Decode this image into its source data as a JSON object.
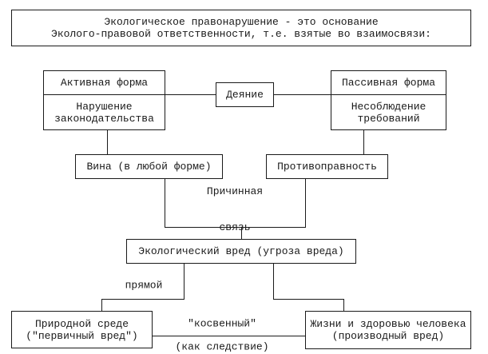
{
  "diagram": {
    "title_box": {
      "lines": [
        "Экологическое правонарушение - это основание",
        "Эколого-правовой ответственности, т.е. взятые во взаимосвязи:"
      ]
    },
    "active_form": {
      "header": "Активная форма",
      "body_lines": [
        "Нарушение",
        "законодательства"
      ]
    },
    "act": {
      "label": "Деяние"
    },
    "passive_form": {
      "header": "Пассивная форма",
      "body_lines": [
        "Несоблюдение",
        "требований"
      ]
    },
    "guilt": {
      "label": "Вина (в любой форме)"
    },
    "unlawfulness": {
      "label": "Противоправность"
    },
    "causal_link": {
      "lines": [
        "Причинная",
        "связь"
      ]
    },
    "eco_harm": {
      "label": "Экологический вред (угроза вреда)"
    },
    "direct_label": "прямой",
    "nature_harm": {
      "lines": [
        "Природной среде",
        "(\"первичный вред\")"
      ]
    },
    "human_harm": {
      "lines": [
        "Жизни и здоровью человека",
        "(производный вред)"
      ]
    },
    "indirect_label": "\"косвенный\"",
    "consequence_label": "(как следствие)"
  }
}
